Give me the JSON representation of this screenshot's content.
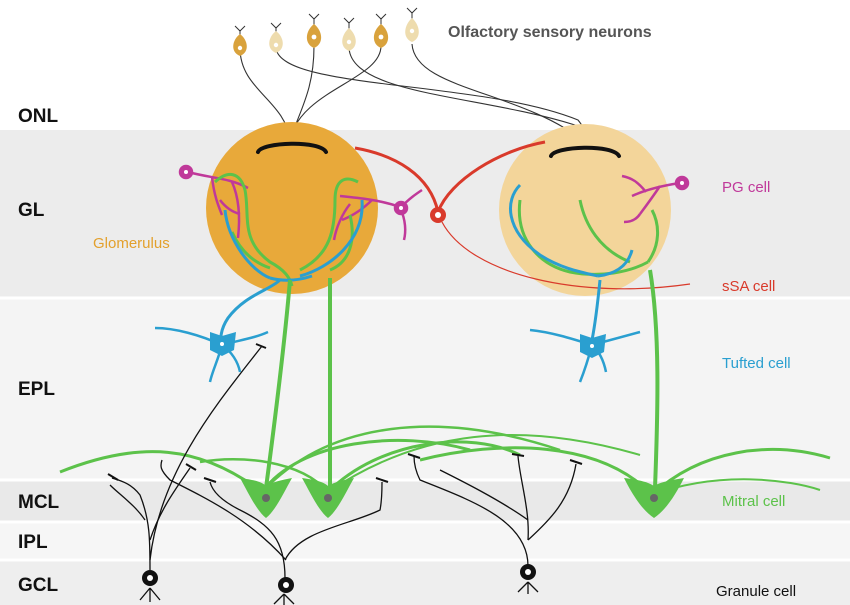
{
  "header": {
    "osn_label": "Olfactory sensory neurons"
  },
  "layers": [
    {
      "id": "onl",
      "label": "ONL"
    },
    {
      "id": "gl",
      "label": "GL"
    },
    {
      "id": "epl",
      "label": "EPL"
    },
    {
      "id": "mcl",
      "label": "MCL"
    },
    {
      "id": "ipl",
      "label": "IPL"
    },
    {
      "id": "gcl",
      "label": "GCL"
    }
  ],
  "cells": {
    "glomerulus": {
      "label": "Glomerulus",
      "color": "#e8a93a"
    },
    "pg": {
      "label": "PG cell",
      "color": "#c0399a"
    },
    "ssa": {
      "label": "sSA cell",
      "color": "#d93a2b"
    },
    "tufted": {
      "label": "Tufted cell",
      "color": "#2a9fd0"
    },
    "mitral": {
      "label": "Mitral cell",
      "color": "#5cc24a"
    },
    "granule": {
      "label": "Granule cell",
      "color": "#111111"
    }
  },
  "colors": {
    "osn_dark": "#d9a23c",
    "osn_light": "#eedcae",
    "glomerulus_light": "#f3d59a",
    "band": "#eeeeee"
  }
}
